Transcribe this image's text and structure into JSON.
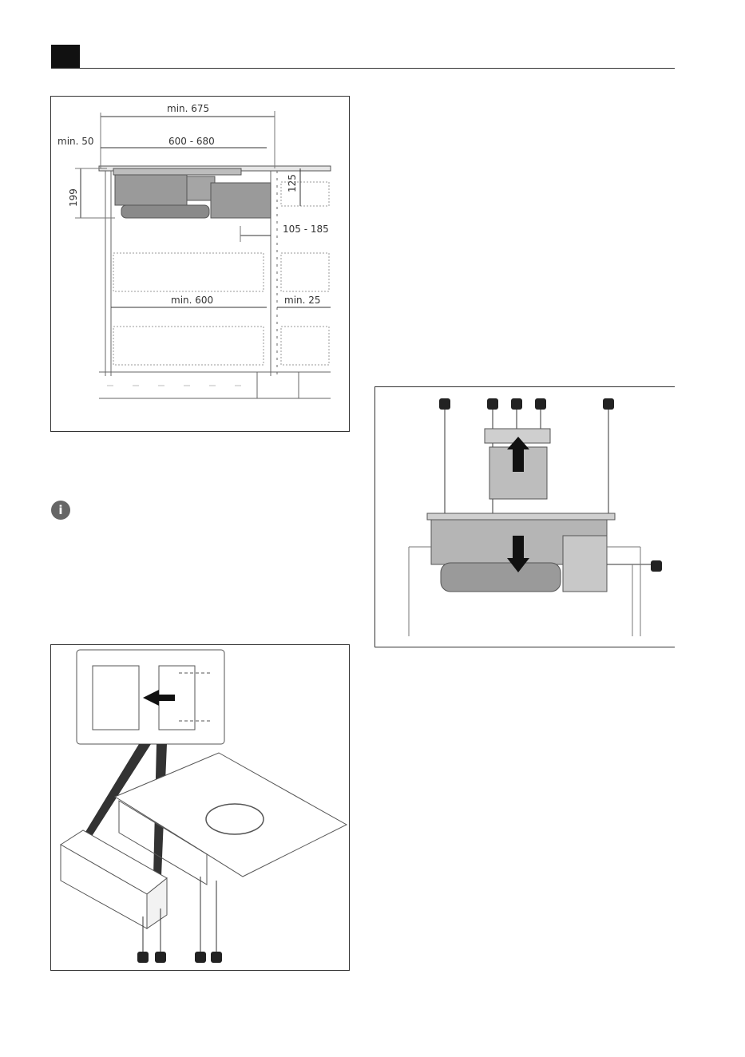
{
  "figure1": {
    "dimensions": {
      "min_675": "min. 675",
      "min_50": "min. 50",
      "range_600_680": "600 - 680",
      "d_199": "199",
      "d_125": "125",
      "range_105_185": "105 - 185",
      "min_600": "min. 600",
      "min_25": "min. 25"
    }
  },
  "info": {
    "icon": "info-icon",
    "glyph": "i"
  },
  "colors": {
    "header_tab": "#111111",
    "line": "#333333",
    "fill_grey": "#9a9a9a",
    "callout": "#222222"
  }
}
